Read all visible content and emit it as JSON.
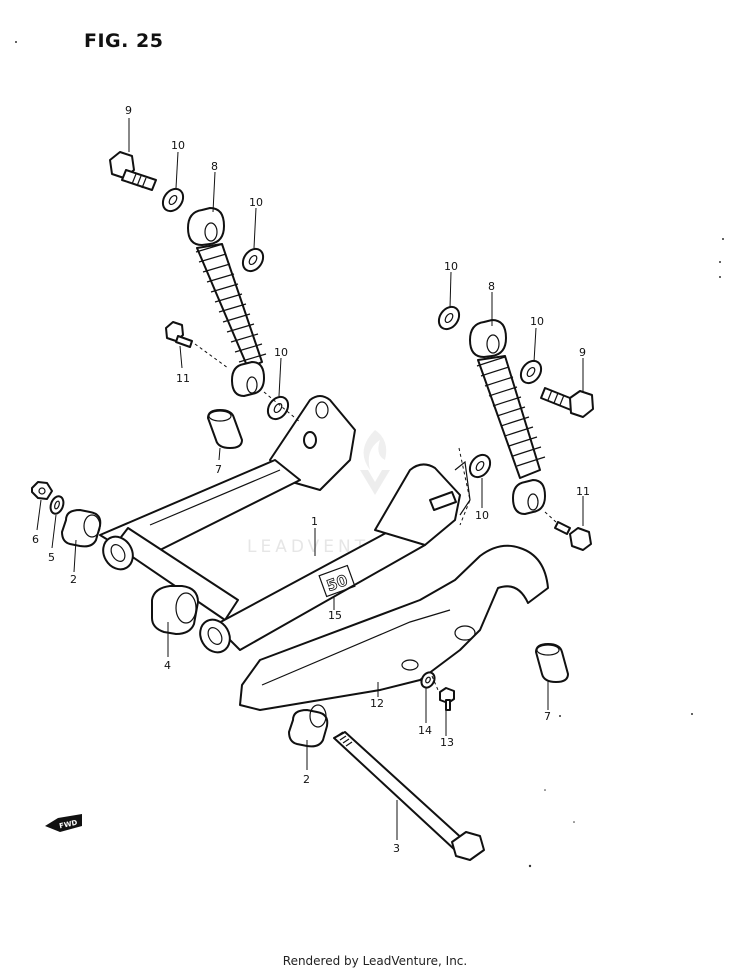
{
  "figure_title": "FIG. 25",
  "footer_text": "Rendered by LeadVenture, Inc.",
  "watermark": "LEADVENTURE",
  "swingarm_mark": "50",
  "fwd_badge": "FWD",
  "callouts": {
    "c1": "1",
    "c2a": "2",
    "c2b": "2",
    "c3": "3",
    "c4": "4",
    "c5": "5",
    "c6": "6",
    "c7a": "7",
    "c7b": "7",
    "c8a": "8",
    "c8b": "8",
    "c9a": "9",
    "c9b": "9",
    "c10a": "10",
    "c10b": "10",
    "c10c": "10",
    "c10d": "10",
    "c10e": "10",
    "c10f": "10",
    "c11a": "11",
    "c11b": "11",
    "c12": "12",
    "c13": "13",
    "c14": "14",
    "c15": "15"
  }
}
